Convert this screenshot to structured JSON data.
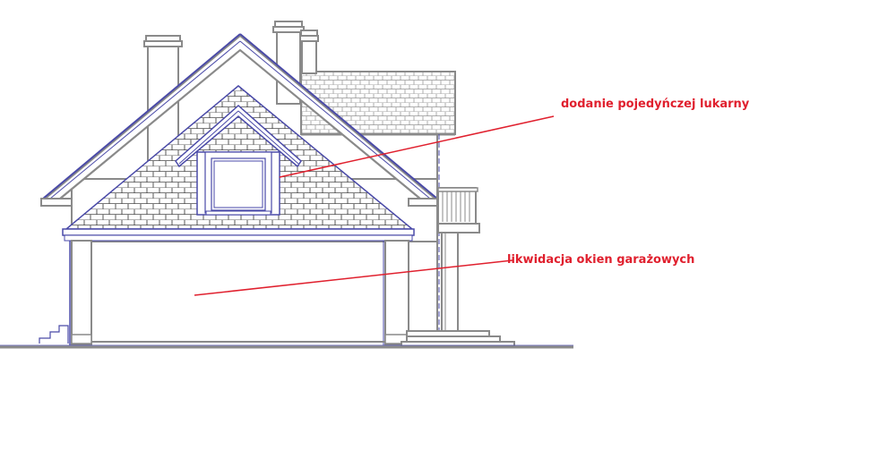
{
  "drawing": {
    "type": "house-elevation",
    "line_color": "#8a8a8a",
    "accent_line_color": "#4a4aa8",
    "annotation_color": "#e0202e"
  },
  "annotations": [
    {
      "text": "dodanie pojedyńczej lukarny"
    },
    {
      "text": "likwidacja okien garażowych"
    }
  ]
}
